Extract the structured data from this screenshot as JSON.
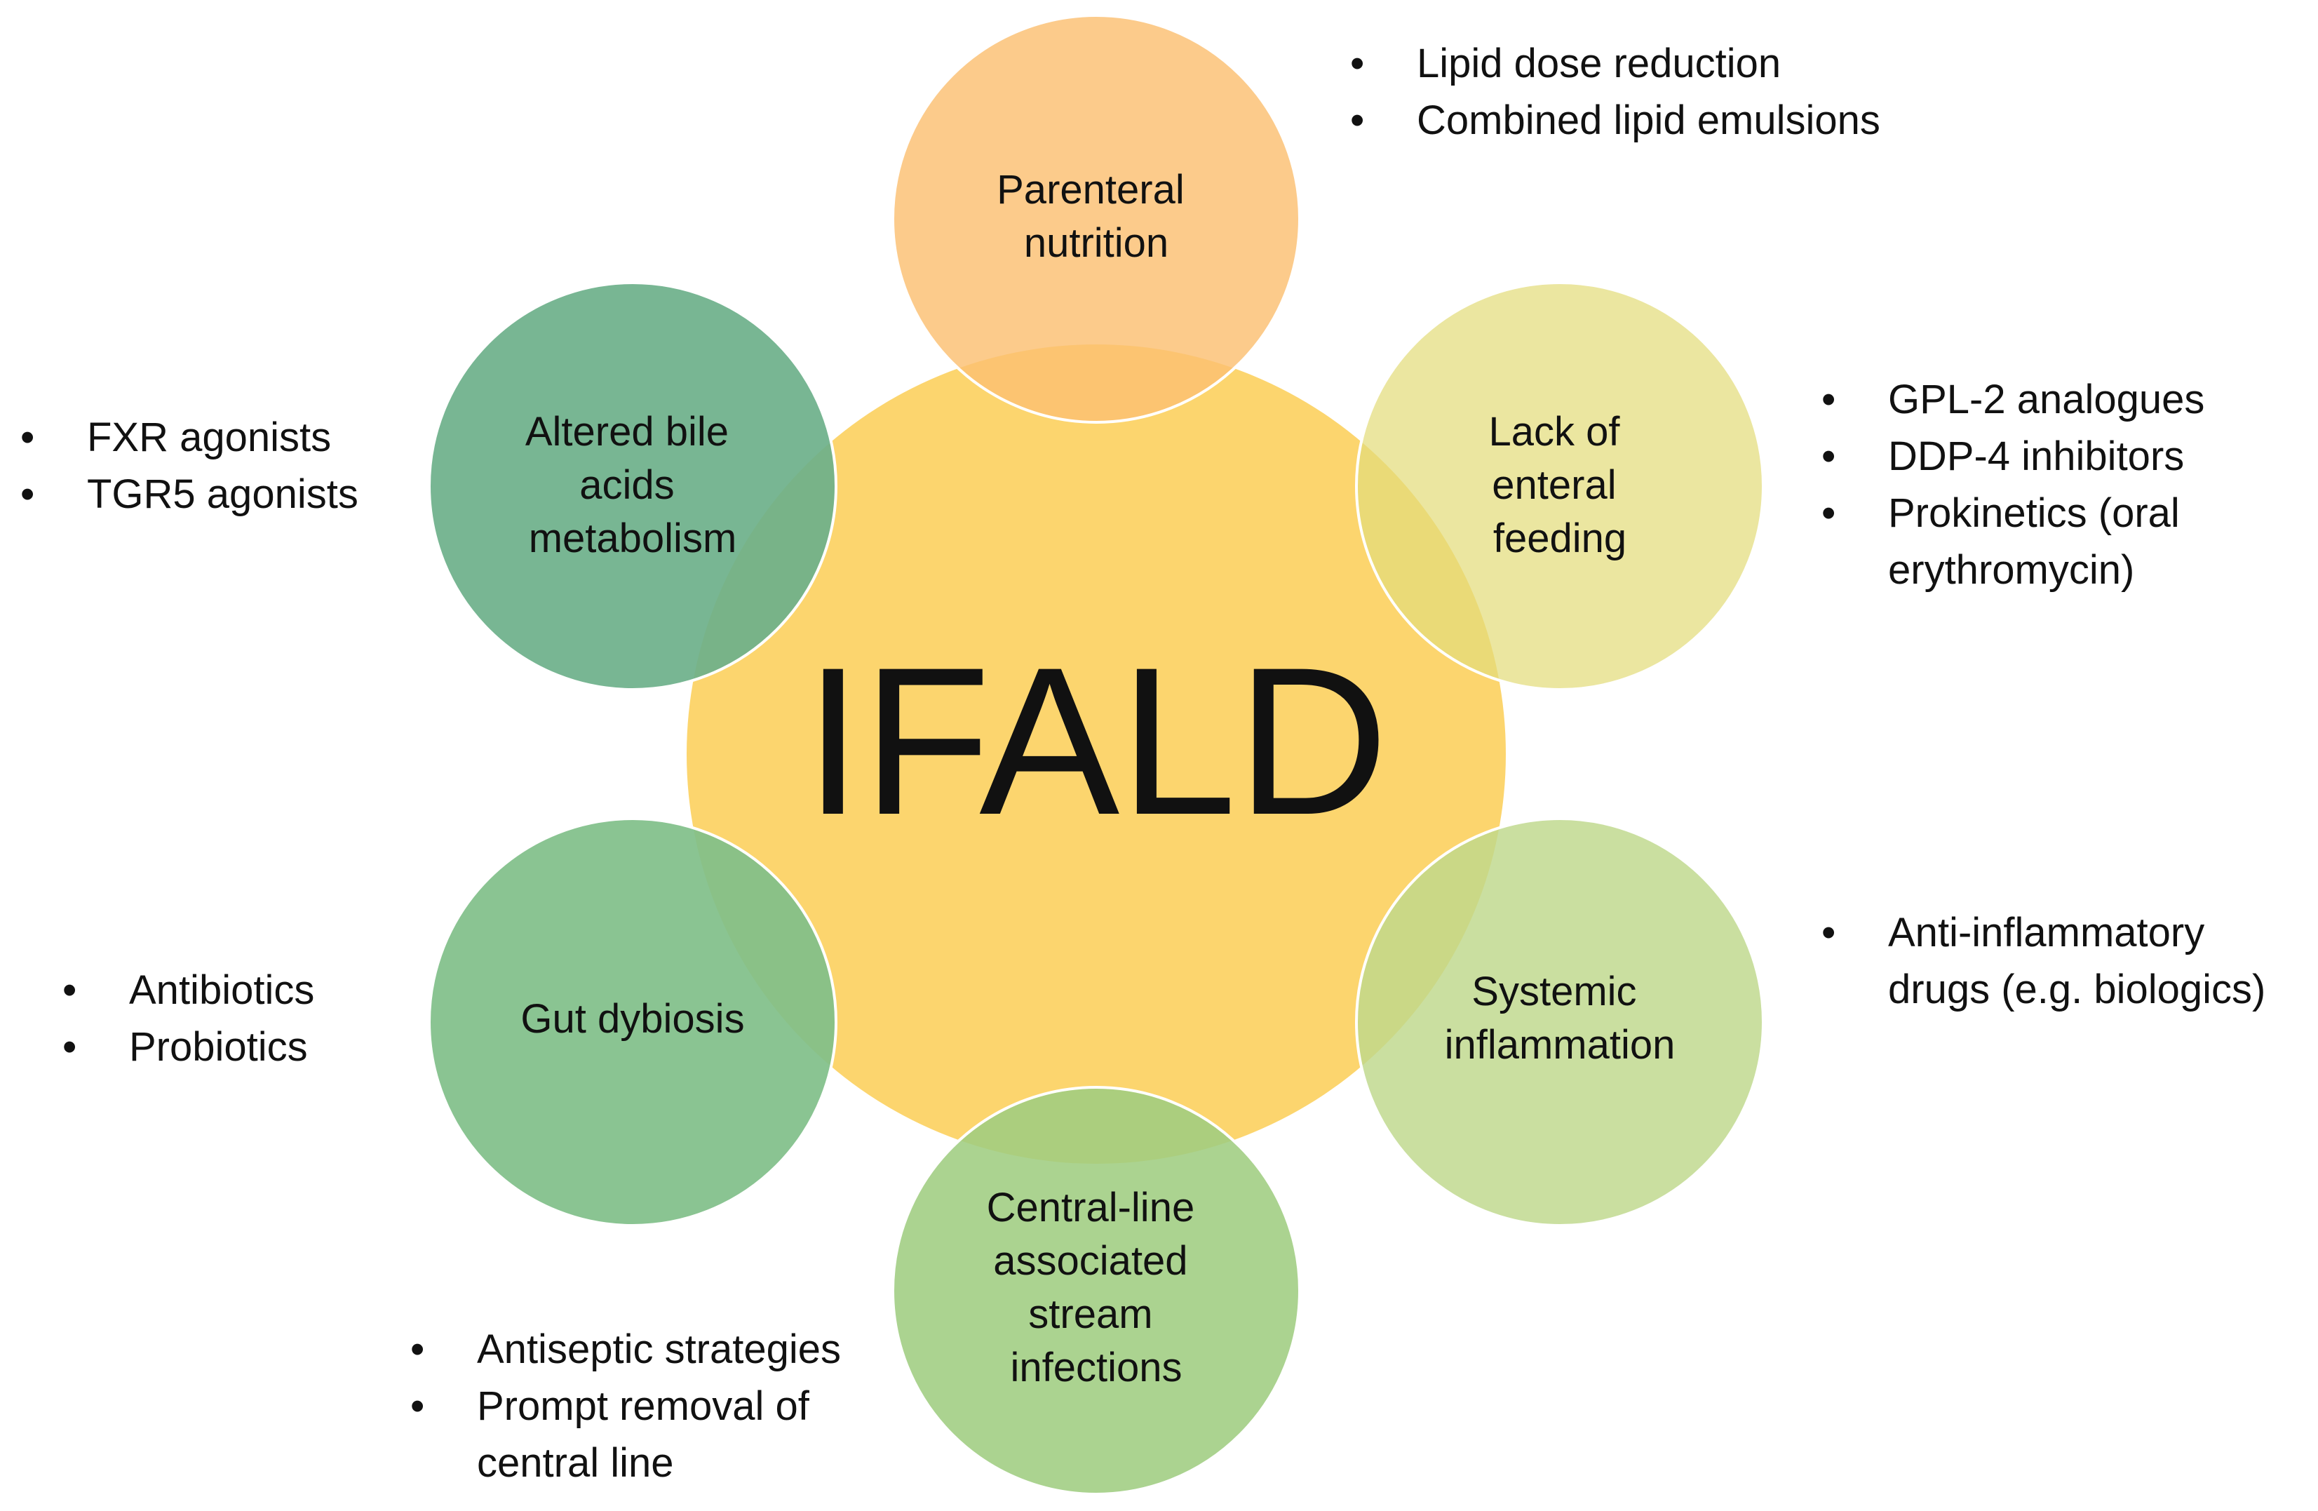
{
  "center": {
    "label": "IFALD",
    "color": "#fcd56e"
  },
  "nodes": [
    {
      "id": "parenteral-nutrition",
      "lines": [
        "Parenteral",
        "nutrition"
      ],
      "color": "#fbc071",
      "notes": [
        "Lipid dose reduction",
        "Combined lipid emulsions"
      ]
    },
    {
      "id": "lack-of-enteral-feeding",
      "lines": [
        "Lack of",
        "enteral",
        "feeding"
      ],
      "color": "#e3dc7c",
      "notes": [
        "GPL-2 analogues",
        "DDP-4 inhibitors",
        "Prokinetics (oral erythromycin)"
      ]
    },
    {
      "id": "systemic-inflammation",
      "lines": [
        "Systemic",
        "inflammation"
      ],
      "color": "#bed88b",
      "notes": [
        "Anti-inflammatory drugs (e.g. biologics)"
      ]
    },
    {
      "id": "central-line-infections",
      "lines": [
        "Central-line",
        "associated",
        "stream",
        "infections"
      ],
      "color": "#9fcd81",
      "notes": [
        "Antiseptic strategies",
        "Prompt removal of central line"
      ]
    },
    {
      "id": "gut-dybiosis",
      "lines": [
        "Gut dybiosis"
      ],
      "color": "#80bf89",
      "notes": [
        "Antibiotics",
        "Probiotics"
      ]
    },
    {
      "id": "altered-bile-acids",
      "lines": [
        "Altered bile",
        "acids",
        "metabolism"
      ],
      "color": "#6cb08a",
      "notes": [
        "FXR agonists",
        "TGR5 agonists"
      ]
    }
  ]
}
